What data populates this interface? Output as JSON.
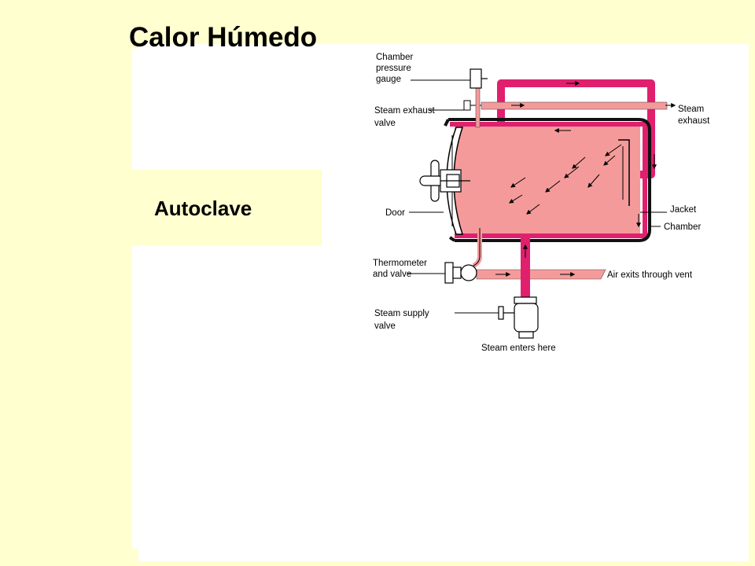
{
  "slide": {
    "title": "Calor Húmedo",
    "subtitle": "Autoclave"
  },
  "diagram": {
    "labels": {
      "pressure_gauge": [
        "Chamber",
        "pressure",
        "gauge"
      ],
      "exhaust_valve": [
        "Steam exhaust",
        "valve"
      ],
      "steam_exhaust": [
        "Steam",
        "exhaust"
      ],
      "door": "Door",
      "jacket": "Jacket",
      "chamber": "Chamber",
      "thermometer": [
        "Thermometer",
        "and valve"
      ],
      "air_vent": "Air exits through vent",
      "supply_valve": [
        "Steam supply",
        "valve"
      ],
      "steam_enters": "Steam enters here"
    },
    "colors": {
      "background": "#ffffd0",
      "panel": "#ffffff",
      "jacket": "#e0206e",
      "chamber": "#f59a9a",
      "pipe": "#f0909c"
    }
  }
}
